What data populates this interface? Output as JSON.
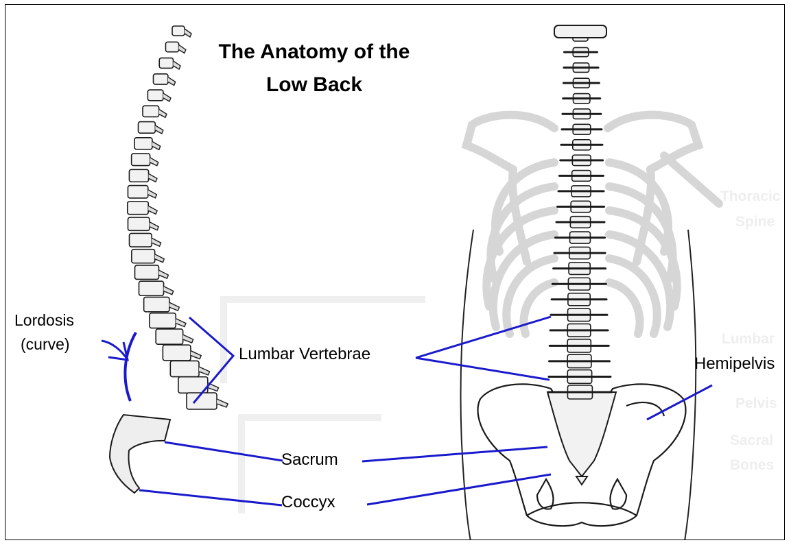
{
  "title": [
    "The Anatomy of the",
    "Low Back"
  ],
  "labels": {
    "lordosis": [
      "Lordosis",
      "(curve)"
    ],
    "lumbar_vertebrae": "Lumbar Vertebrae",
    "sacrum": "Sacrum",
    "coccyx": "Coccyx",
    "hemipelvis": "Hemipelvis"
  },
  "faded_labels": {
    "thoracic_spine": [
      "Thoracic",
      "Spine"
    ],
    "lumbar": "Lumbar",
    "pelvis": "Pelvis",
    "sacral_bones": [
      "Sacral",
      "Bones"
    ]
  },
  "colors": {
    "leader_line": "#1a1acc",
    "bone_fill": "#f2f2f2",
    "bone_stroke": "#1a1a1a",
    "ribcage_faded": "#d6d6d6",
    "border": "#000000"
  },
  "icons": {
    "side_spine": "lateral-spine-illustration",
    "back_skeleton": "posterior-spine-ribcage-pelvis-illustration"
  }
}
